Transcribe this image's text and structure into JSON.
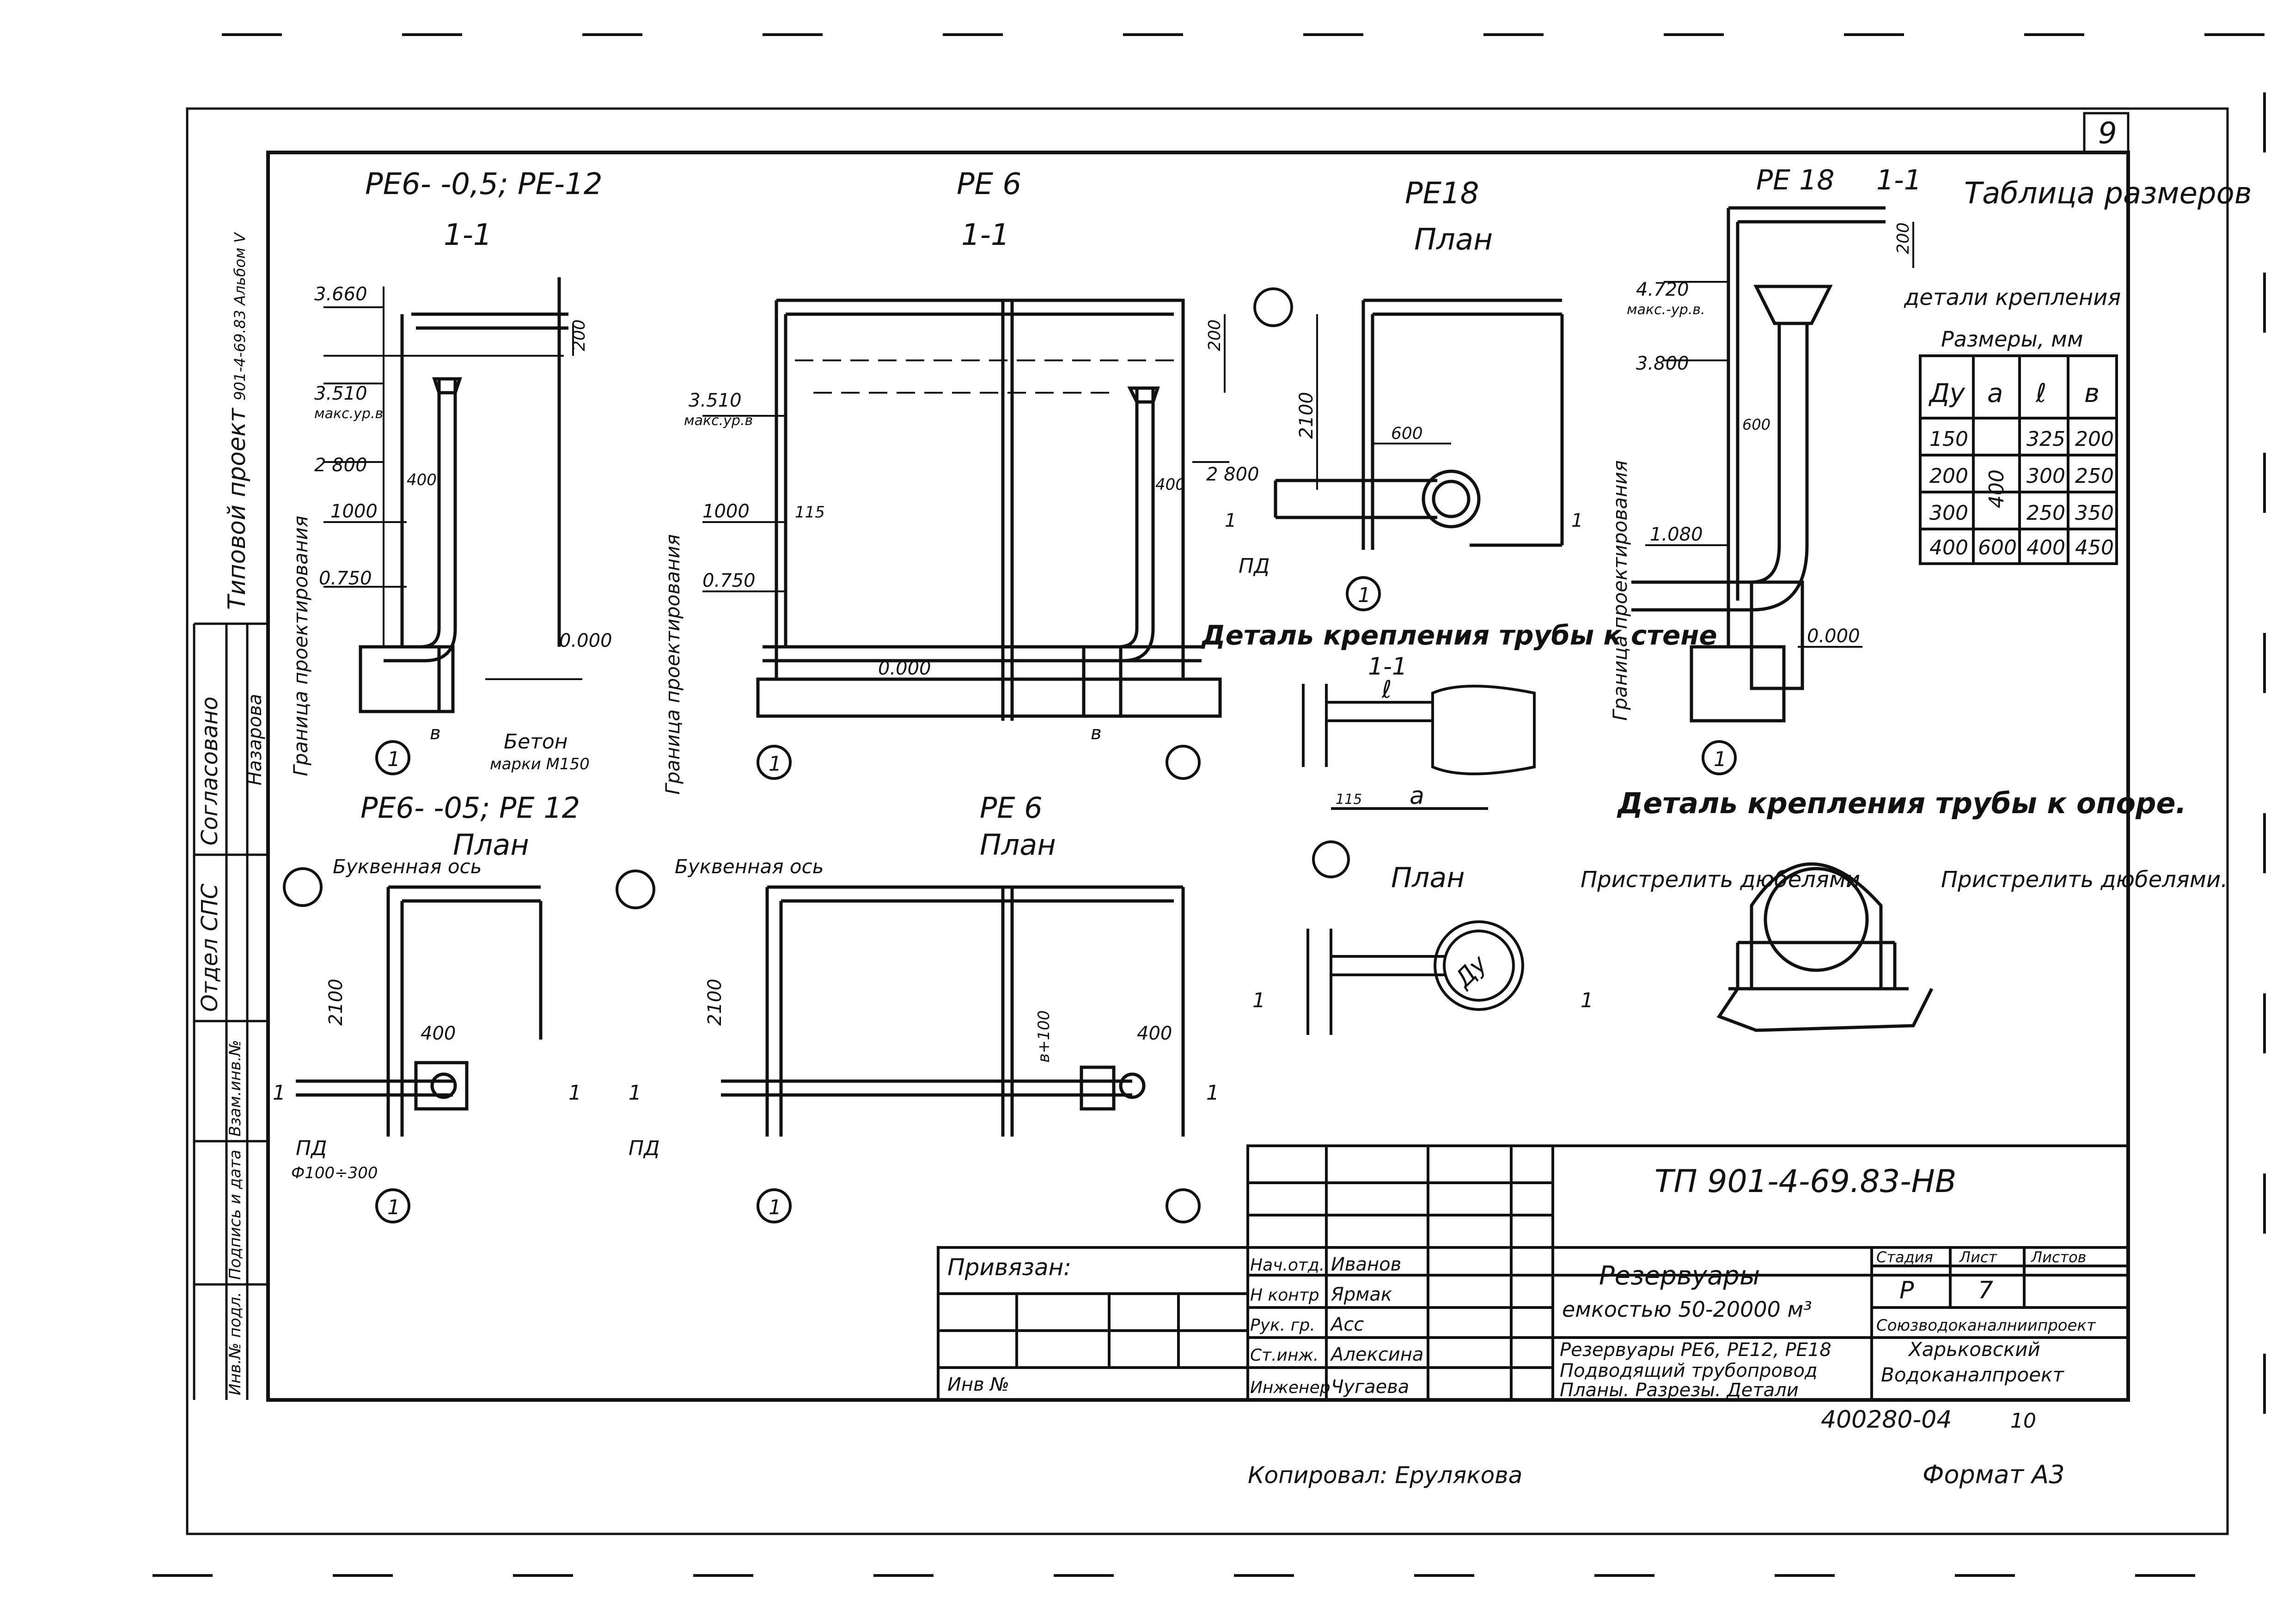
{
  "sheet_number": "9",
  "side_stamp": {
    "typical_project": "Типовой проект",
    "typical_project_tail": "901-4-69.83 Альбом V",
    "agreed": "Согласовано",
    "dept_sps": "Отдел СПС",
    "signer": "Назарова",
    "labels": [
      "Взам.инв.№",
      "Подпись и дата",
      "Инв.№ подл."
    ]
  },
  "views": {
    "pe6_05_pe12_section": {
      "title": "РЕ6- -0,5; РЕ-12",
      "subtitle": "1-1"
    },
    "pe6_section": {
      "title": "РЕ 6",
      "subtitle": "1-1"
    },
    "pe18_plan": {
      "title": "РЕ18",
      "subtitle": "План"
    },
    "pe18_section": {
      "title": "РЕ 18",
      "subtitle": "1-1"
    },
    "pe6_05_pe12_plan": {
      "title": "РЕ6- -05; РЕ 12",
      "subtitle": "План"
    },
    "pe6_plan": {
      "title": "РЕ 6",
      "subtitle": "План"
    }
  },
  "labels": {
    "design_boundary": "Граница проектирования",
    "concrete": "Бетон",
    "concrete_grade": "марки М150",
    "letter_axis": "Буквенная ось",
    "pd": "ПД",
    "pd_range": "Ф100÷300",
    "max_level": "макс.ур.в",
    "max_level_2": "макс.-ур.в.",
    "axis_1": "1",
    "section_mark": "1-1",
    "detail_wall": "Деталь крепления трубы к стене",
    "detail_wall_section": "1-1",
    "detail_wall_plan": "План",
    "detail_support": "Деталь крепления трубы к опоре.",
    "dowel_left": "Пристрелить дюбелями",
    "dowel_right": "Пристрелить дюбелями.",
    "du": "Ду",
    "dim_a": "а",
    "dim_l": "ℓ",
    "dim_b": "в",
    "b_plus_100": "в+100"
  },
  "dimensions": {
    "d3660": "3.660",
    "d3510": "3.510",
    "d2800": "2 800",
    "d1000": "1000",
    "d0750": "0.750",
    "d0000": "0.000",
    "d200": "200",
    "d400": "400",
    "d2100": "2100",
    "d600": "600",
    "d4720": "4.720",
    "d3800": "3.800",
    "d1080": "1.080",
    "d115": "115"
  },
  "size_table": {
    "title": "Таблица размеров",
    "subtitle": "детали крепления",
    "units": "Размеры, мм",
    "headers": [
      "Ду",
      "а",
      "ℓ",
      "в"
    ],
    "rows": [
      [
        "150",
        "400",
        "325",
        "200"
      ],
      [
        "200",
        "400",
        "300",
        "250"
      ],
      [
        "300",
        "400",
        "250",
        "350"
      ],
      [
        "400",
        "600",
        "400",
        "450"
      ]
    ]
  },
  "title_block": {
    "code": "ТП 901-4-69.83-НВ",
    "bound": "Привязан:",
    "inv": "Инв №",
    "roles": [
      "Нач.отд.",
      "Н контр",
      "Рук. гр.",
      "Ст.инж.",
      "Инженер"
    ],
    "names": [
      "Иванов",
      "Ярмак",
      "Асс",
      "Алексина",
      "Чугаева"
    ],
    "object_line1": "Резервуары",
    "object_line2": "емкостью 50-20000 м³",
    "sheet_title": [
      "Резервуары РЕ6, РЕ12, РЕ18",
      "Подводящий трубопровод",
      "Планы. Разрезы. Детали"
    ],
    "stage_label": "Стадия",
    "sheet_label": "Лист",
    "sheets_label": "Листов",
    "stage": "Р",
    "sheet": "7",
    "org": [
      "Союзводоканалниипроект",
      "Харьковский",
      "Водоканалпроект"
    ]
  },
  "footer": {
    "order": "400280-04",
    "order_no": "10",
    "copied": "Копировал: Ерулякова",
    "format": "Формат А3"
  }
}
